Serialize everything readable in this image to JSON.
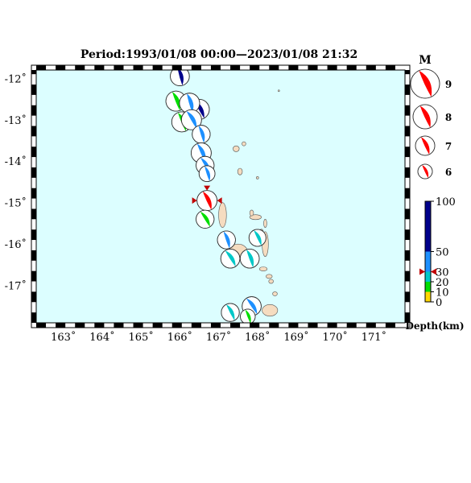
{
  "title": "Period:1993/01/08 00:00—2023/01/08 21:32",
  "map": {
    "lon_range": [
      162.3,
      171.8
    ],
    "lat_range": [
      -17.9,
      -11.8
    ],
    "lat_labels": [
      "-12˚",
      "-13˚",
      "-14˚",
      "-15˚",
      "-16˚",
      "-17˚"
    ],
    "lat_values": [
      -12,
      -13,
      -14,
      -15,
      -16,
      -17
    ],
    "lon_labels": [
      "163˚",
      "164˚",
      "165˚",
      "166˚",
      "167˚",
      "168˚",
      "169˚",
      "170˚",
      "171˚"
    ],
    "lon_values": [
      163,
      164,
      165,
      166,
      167,
      168,
      169,
      170,
      171
    ],
    "ocean_color": "#dcfeff",
    "land_color": "#f5dcc0"
  },
  "magnitude_legend": {
    "title": "M",
    "entries": [
      "9",
      "8",
      "7",
      "6"
    ]
  },
  "depth_legend": {
    "title": "Depth(km)",
    "ticks": [
      "100",
      "50",
      "30",
      "20",
      "10",
      "0"
    ],
    "colors": [
      "#00008b",
      "#1e90ff",
      "#00c8c8",
      "#00dd00",
      "#ffd700"
    ],
    "marker_depth": 30
  },
  "events": [
    {
      "lon": 166.0,
      "lat": -11.95,
      "color": "#00008b",
      "m": 6.9
    },
    {
      "lon": 165.9,
      "lat": -12.55,
      "color": "#00dd00",
      "m": 7.0
    },
    {
      "lon": 166.5,
      "lat": -12.75,
      "color": "#00008b",
      "m": 7.0
    },
    {
      "lon": 166.25,
      "lat": -12.6,
      "color": "#1e90ff",
      "m": 7.0
    },
    {
      "lon": 166.05,
      "lat": -13.05,
      "color": "#00dd00",
      "m": 7.0
    },
    {
      "lon": 166.3,
      "lat": -13.0,
      "color": "#1e90ff",
      "m": 7.0
    },
    {
      "lon": 166.55,
      "lat": -13.35,
      "color": "#1e90ff",
      "m": 6.8
    },
    {
      "lon": 166.55,
      "lat": -13.8,
      "color": "#1e90ff",
      "m": 7.0
    },
    {
      "lon": 166.65,
      "lat": -14.1,
      "color": "#1e90ff",
      "m": 6.8
    },
    {
      "lon": 166.7,
      "lat": -14.3,
      "color": "#1e90ff",
      "m": 6.6
    },
    {
      "lon": 166.7,
      "lat": -14.95,
      "color": "#ff0000",
      "m": 7.0,
      "marked": true
    },
    {
      "lon": 166.65,
      "lat": -15.4,
      "color": "#00dd00",
      "m": 6.8
    },
    {
      "lon": 167.2,
      "lat": -15.9,
      "color": "#1e90ff",
      "m": 6.8
    },
    {
      "lon": 168.0,
      "lat": -15.85,
      "color": "#00c8c8",
      "m": 6.7
    },
    {
      "lon": 167.3,
      "lat": -16.35,
      "color": "#00c8c8",
      "m": 6.9
    },
    {
      "lon": 167.8,
      "lat": -16.35,
      "color": "#00c8c8",
      "m": 6.9
    },
    {
      "lon": 167.3,
      "lat": -17.65,
      "color": "#00c8c8",
      "m": 6.8
    },
    {
      "lon": 167.85,
      "lat": -17.5,
      "color": "#1e90ff",
      "m": 6.9
    },
    {
      "lon": 167.75,
      "lat": -17.75,
      "color": "#00dd00",
      "m": 6.5
    }
  ],
  "islands": [
    {
      "lon": 167.95,
      "lat": -15.35,
      "rx": 0.15,
      "ry": 0.06
    },
    {
      "lon": 167.85,
      "lat": -15.25,
      "rx": 0.05,
      "ry": 0.07
    },
    {
      "lon": 167.1,
      "lat": -15.3,
      "rx": 0.1,
      "ry": 0.3
    },
    {
      "lon": 168.2,
      "lat": -15.5,
      "rx": 0.04,
      "ry": 0.1
    },
    {
      "lon": 168.1,
      "lat": -15.7,
      "rx": 0.05,
      "ry": 0.06
    },
    {
      "lon": 168.2,
      "lat": -16.0,
      "rx": 0.08,
      "ry": 0.3
    },
    {
      "lon": 167.5,
      "lat": -16.2,
      "rx": 0.25,
      "ry": 0.2
    },
    {
      "lon": 168.15,
      "lat": -16.6,
      "rx": 0.1,
      "ry": 0.05
    },
    {
      "lon": 168.3,
      "lat": -16.78,
      "rx": 0.08,
      "ry": 0.05
    },
    {
      "lon": 168.35,
      "lat": -16.9,
      "rx": 0.06,
      "ry": 0.05
    },
    {
      "lon": 168.45,
      "lat": -17.2,
      "rx": 0.06,
      "ry": 0.05
    },
    {
      "lon": 168.32,
      "lat": -17.6,
      "rx": 0.2,
      "ry": 0.14
    },
    {
      "lon": 167.45,
      "lat": -13.7,
      "rx": 0.08,
      "ry": 0.07
    },
    {
      "lon": 167.55,
      "lat": -14.25,
      "rx": 0.06,
      "ry": 0.08
    },
    {
      "lon": 167.65,
      "lat": -13.58,
      "rx": 0.05,
      "ry": 0.05
    },
    {
      "lon": 168.0,
      "lat": -14.4,
      "rx": 0.03,
      "ry": 0.03
    },
    {
      "lon": 168.55,
      "lat": -12.3,
      "rx": 0.02,
      "ry": 0.02
    }
  ]
}
